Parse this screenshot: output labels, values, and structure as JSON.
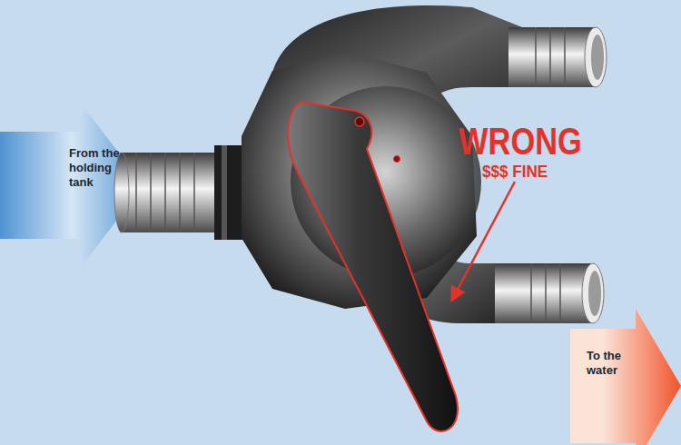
{
  "diagram": {
    "nodes": [
      {
        "text": [
          "From the holding tank"
        ]
      },
      {
        "text": [
          "To the water"
        ]
      }
    ],
    "labels": [
      "WRONG",
      "$$$ FINE"
    ]
  }
}
